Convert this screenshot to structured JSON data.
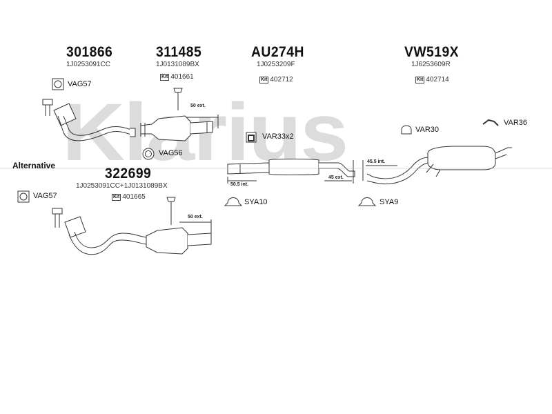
{
  "watermark": "Klarius",
  "alternative_label": "Alternative",
  "parts": [
    {
      "part_no": "301866",
      "oem": "1J0253091CC"
    },
    {
      "part_no": "311485",
      "oem": "1J0131089BX",
      "kit_no": "401661"
    },
    {
      "part_no": "AU274H",
      "oem": "1J0253209F",
      "kit_no": "402712"
    },
    {
      "part_no": "VW519X",
      "oem": "1J6253609R",
      "kit_no": "402714"
    },
    {
      "part_no": "322699",
      "oem": "1J0253091CC+1J0131089BX",
      "kit_no": "401665"
    }
  ],
  "kit_badge": "Kit",
  "accessories": {
    "vag57_top": "VAG57",
    "vag56": "VAG56",
    "var33": "VAR33x2",
    "var30": "VAR30",
    "var36": "VAR36",
    "vag57_alt": "VAG57",
    "sya10": "SYA10",
    "sya9": "SYA9"
  },
  "dimensions": {
    "ext_50_top": "50 ext.",
    "int_50_5": "50.5 int.",
    "ext_45": "45 ext.",
    "int_45_5": "45.5 int.",
    "ext_50_alt": "50 ext."
  }
}
